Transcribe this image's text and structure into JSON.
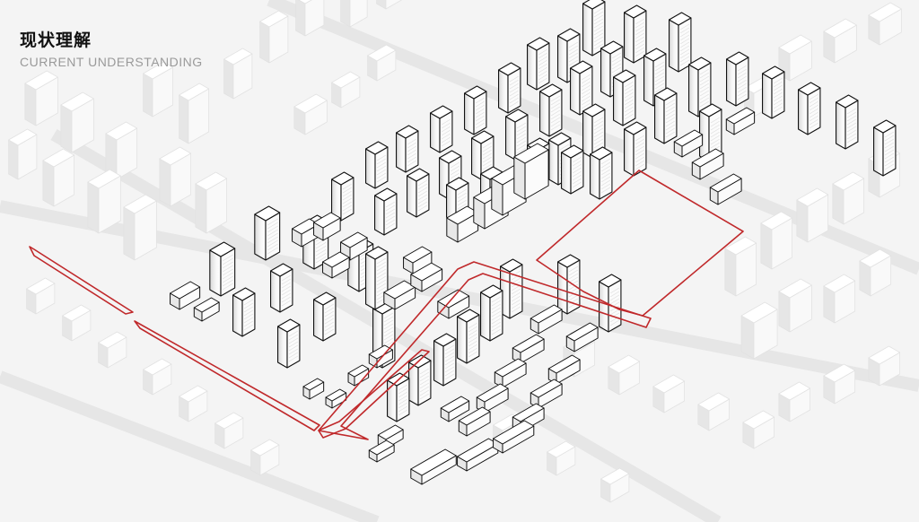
{
  "title": {
    "cn": "现状理解",
    "en": "CURRENT UNDERSTANDING"
  },
  "colors": {
    "background": "#f4f4f4",
    "context_building": "#fafafa",
    "context_shadow": "#e3e3e3",
    "site_outline": "#c0292b",
    "highlight_outline": "#111111"
  },
  "legend_hint": "site boundary in red, existing buildings outlined in black"
}
